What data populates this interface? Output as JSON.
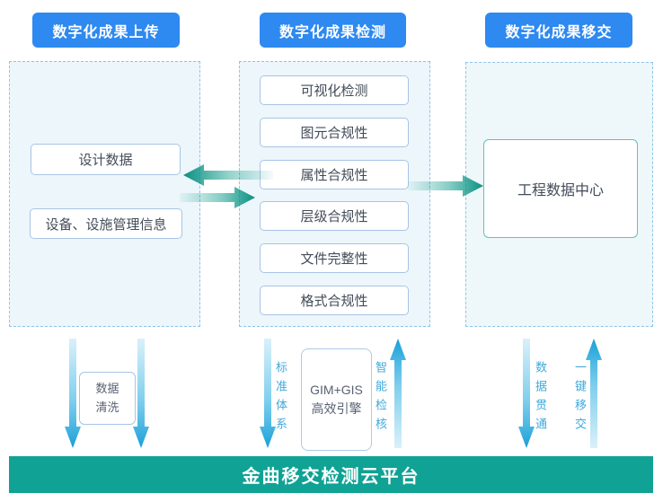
{
  "diagram": {
    "columns": [
      {
        "header": "数字化成果上传",
        "items": [
          "设计数据",
          "设备、设施管理信息"
        ]
      },
      {
        "header": "数字化成果检测",
        "items": [
          "可视化检测",
          "图元合规性",
          "属性合规性",
          "层级合规性",
          "文件完整性",
          "格式合规性"
        ]
      },
      {
        "header": "数字化成果移交",
        "items": [
          "工程数据中心"
        ]
      }
    ],
    "bottom": {
      "left": {
        "box_line1": "数据",
        "box_line2": "清洗"
      },
      "middle": {
        "label_down": "标准体系",
        "box_line1": "GIM+GIS",
        "box_line2": "高效引擎",
        "label_up": "智能检核"
      },
      "right": {
        "label_down": "数据贯通",
        "label_up": "一键移交"
      }
    },
    "platform": "金曲移交检测云平台"
  },
  "colors": {
    "header_blue": "#2e89f0",
    "panel_fill": "#ecf6fb",
    "panel_dash": "#8ec4ec",
    "inner_box_border": "#a9c4e6",
    "center_box_border": "#5ec4ba",
    "teal_arrow": "#0c9082",
    "blue_arrow": "#1fa9df",
    "vertical_label_blue": "#3fa9db",
    "platform_bar_teal": "#10a294",
    "box_text": "#434c59"
  }
}
